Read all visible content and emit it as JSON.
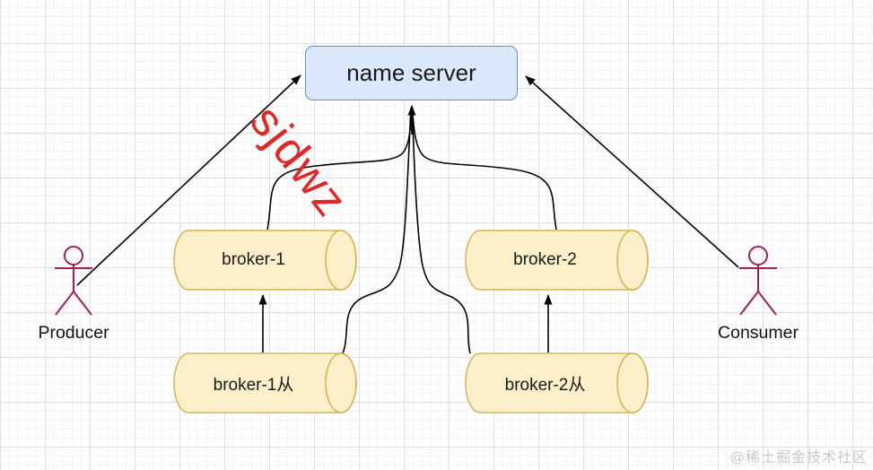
{
  "diagram": {
    "name_server": {
      "label": "name server"
    },
    "brokers": [
      {
        "label": "broker-1"
      },
      {
        "label": "broker-2"
      },
      {
        "label": "broker-1从"
      },
      {
        "label": "broker-2从"
      }
    ],
    "actors": {
      "producer": "Producer",
      "consumer": "Consumer"
    },
    "overlay": {
      "red_watermark": "sjdwz",
      "site_watermark": "@稀土掘金技术社区"
    },
    "colors": {
      "name_server_fill": "#dae8fc",
      "name_server_stroke": "#6c8ebf",
      "broker_fill": "#fcf0cb",
      "broker_stroke": "#d6b656",
      "actor_stroke": "#a51e5c",
      "connector": "#000000",
      "red_watermark": "#e32626",
      "site_watermark": "#c9c9c9"
    }
  }
}
